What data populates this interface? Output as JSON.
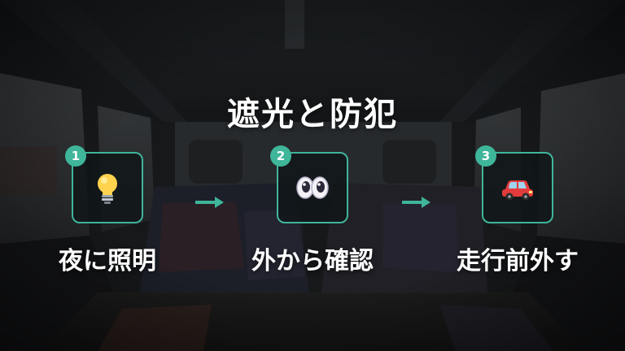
{
  "title": "遮光と防犯",
  "colors": {
    "accent": "#3fb59a",
    "text": "#ffffff"
  },
  "steps": [
    {
      "number": "1",
      "icon": "lightbulb-icon",
      "label": "夜に照明"
    },
    {
      "number": "2",
      "icon": "eyes-icon",
      "label": "外から確認"
    },
    {
      "number": "3",
      "icon": "car-icon",
      "label": "走行前外す"
    }
  ]
}
